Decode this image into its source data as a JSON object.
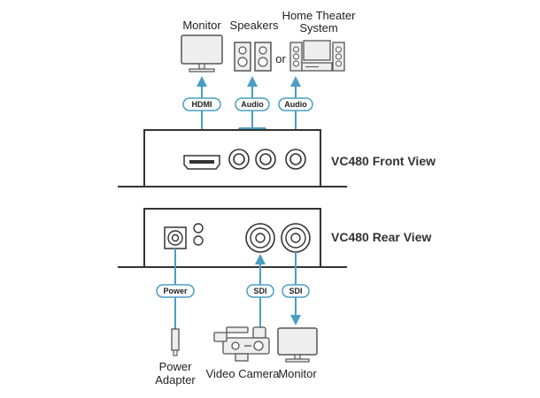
{
  "labels": {
    "monitor_top": "Monitor",
    "speakers": "Speakers",
    "or": "or",
    "home_theater_1": "Home Theater",
    "home_theater_2": "System",
    "power_adapter_1": "Power",
    "power_adapter_2": "Adapter",
    "video_camera": "Video Camera",
    "monitor_bottom": "Monitor"
  },
  "connectors": {
    "hdmi": "HDMI",
    "audio_1": "Audio",
    "audio_2": "Audio",
    "power": "Power",
    "sdi_1": "SDI",
    "sdi_2": "SDI"
  },
  "views": {
    "front": "VC480 Front View",
    "rear": "VC480 Rear View"
  },
  "colors": {
    "cable": "#4a9ec4",
    "device_outline": "#333333",
    "device_fill": "#ffffff",
    "icon_stroke": "#555555",
    "icon_fill": "#eeeeee"
  }
}
